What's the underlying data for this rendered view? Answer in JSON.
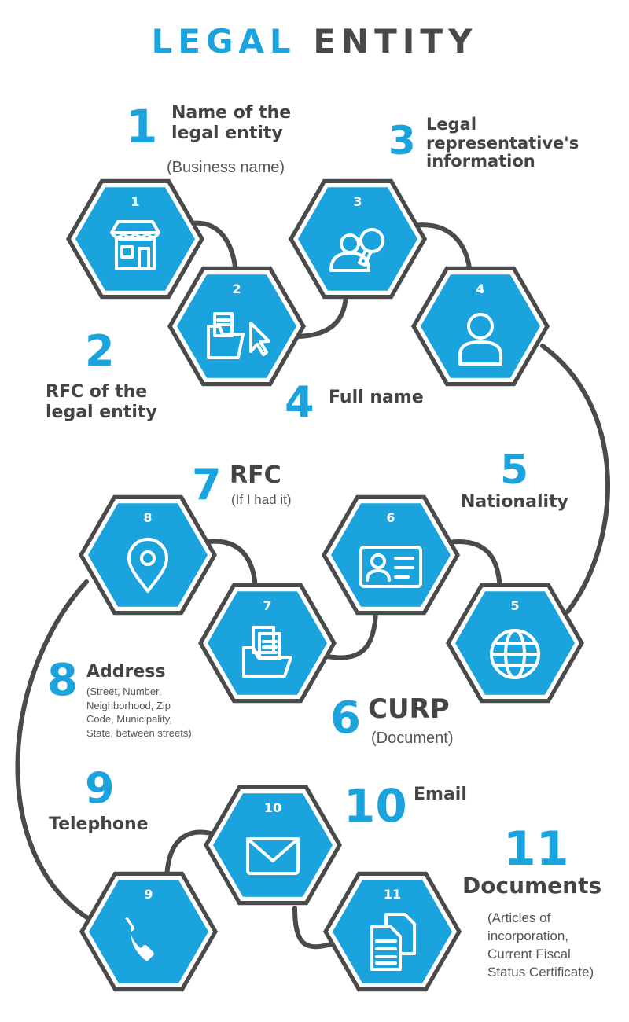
{
  "title": {
    "part1": "LEGAL",
    "part2": "ENTITY"
  },
  "colors": {
    "accent": "#1aa3dd",
    "dark": "#444444",
    "outline": "#4a4a4a",
    "white": "#ffffff"
  },
  "hexagons": [
    {
      "number": "1",
      "icon": "storefront-icon"
    },
    {
      "number": "2",
      "icon": "folder-cursor-icon"
    },
    {
      "number": "3",
      "icon": "people-search-icon"
    },
    {
      "number": "4",
      "icon": "person-icon"
    },
    {
      "number": "5",
      "icon": "globe-icon"
    },
    {
      "number": "6",
      "icon": "id-card-icon"
    },
    {
      "number": "7",
      "icon": "documents-folder-icon"
    },
    {
      "number": "8",
      "icon": "location-pin-icon"
    },
    {
      "number": "9",
      "icon": "phone-icon"
    },
    {
      "number": "10",
      "icon": "envelope-icon"
    },
    {
      "number": "11",
      "icon": "documents-icon"
    }
  ],
  "steps": [
    {
      "number": "1",
      "label_lines": [
        "Name of the",
        "legal entity"
      ],
      "note": "(Business name)"
    },
    {
      "number": "2",
      "label_lines": [
        "RFC  of the",
        "legal entity"
      ]
    },
    {
      "number": "3",
      "label_lines": [
        "Legal",
        "representative's",
        "information"
      ]
    },
    {
      "number": "4",
      "label": "Full name"
    },
    {
      "number": "5",
      "label": "Nationality"
    },
    {
      "number": "6",
      "label": "CURP",
      "note": "(Document)"
    },
    {
      "number": "7",
      "label": "RFC",
      "note": "(If I had it)"
    },
    {
      "number": "8",
      "label": "Address",
      "note_lines": [
        "(Street, Number,",
        "Neighborhood, Zip",
        "Code, Municipality,",
        "State, between streets)"
      ]
    },
    {
      "number": "9",
      "label": "Telephone"
    },
    {
      "number": "10",
      "label": "Email"
    },
    {
      "number": "11",
      "label": "Documents",
      "note_lines": [
        "(Articles of",
        "incorporation,",
        "Current Fiscal",
        "Status Certificate)"
      ]
    }
  ]
}
